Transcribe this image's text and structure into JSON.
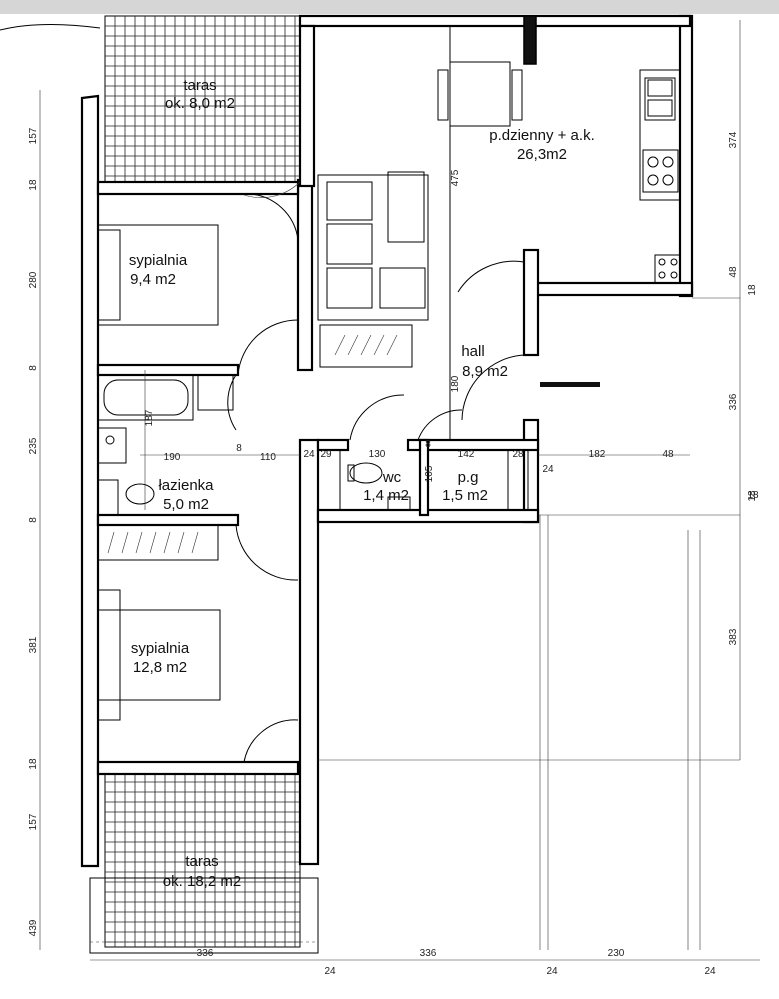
{
  "rooms": {
    "taras_top": {
      "name": "taras",
      "area": "ok. 8,0 m2"
    },
    "living": {
      "name": "p.dzienny + a.k.",
      "area": "26,3m2"
    },
    "bedroom_1": {
      "name": "sypialnia",
      "area": "9,4 m2"
    },
    "hall": {
      "name": "hall",
      "area": "8,9 m2"
    },
    "bathroom": {
      "name": "łazienka",
      "area": "5,0 m2"
    },
    "wc": {
      "name": "wc",
      "area": "1,4 m2"
    },
    "storage": {
      "name": "p.g",
      "area": "1,5 m2"
    },
    "bedroom_2": {
      "name": "sypialnia",
      "area": "12,8 m2"
    },
    "taras_bottom": {
      "name": "taras",
      "area": "ok. 18,2 m2"
    }
  },
  "dimensions": {
    "left": [
      "157",
      "18",
      "280",
      "8",
      "235",
      "8",
      "381",
      "18",
      "157",
      "439"
    ],
    "right": [
      "374",
      "48",
      "18",
      "336",
      "18",
      "383"
    ],
    "bottom": [
      "336",
      "336",
      "230",
      "24",
      "24",
      "24"
    ],
    "interior": [
      "475",
      "180",
      "187",
      "190",
      "8",
      "110",
      "24",
      "29",
      "130",
      "8",
      "142",
      "28",
      "105",
      "182",
      "48",
      "24",
      "18"
    ]
  }
}
